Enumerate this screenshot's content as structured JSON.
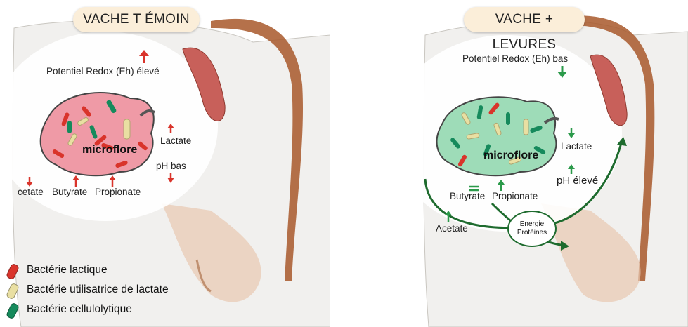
{
  "left_panel": {
    "title": "VACHE T ÉMOIN",
    "microflora_label": "microflore",
    "labels": {
      "redox": "Potentiel Redox (Eh) élevé",
      "lactate": "Lactate",
      "ph": "pH bas",
      "acetate": "cetate",
      "butyrate": "Butyrate",
      "propionate": "Propionate"
    }
  },
  "right_panel": {
    "title": "VACHE + LEVURES",
    "microflora_label": "microflore",
    "labels": {
      "redox": "Potentiel Redox (Eh) bas",
      "lactate": "Lactate",
      "ph": "pH élevé",
      "acetate": "Acetate",
      "butyrate": "Butyrate",
      "propionate": "Propionate",
      "energy_line1": "Energie",
      "energy_line2": "Protéines"
    }
  },
  "legend": {
    "items": [
      {
        "label": "Bactérie lactique",
        "color": "#d9342b"
      },
      {
        "label": "Bactérie utilisatrice de lactate",
        "color": "#e9dfa2"
      },
      {
        "label": "Bactérie cellulolytique",
        "color": "#168a5c"
      }
    ]
  },
  "colors": {
    "arrow_red": "#d9342b",
    "arrow_green": "#2b9a4a",
    "rumen_pink": "#ef9aa6",
    "rumen_green": "#9edcb8",
    "cow_white": "#f1f0ee",
    "cow_brown": "#a8582a"
  }
}
